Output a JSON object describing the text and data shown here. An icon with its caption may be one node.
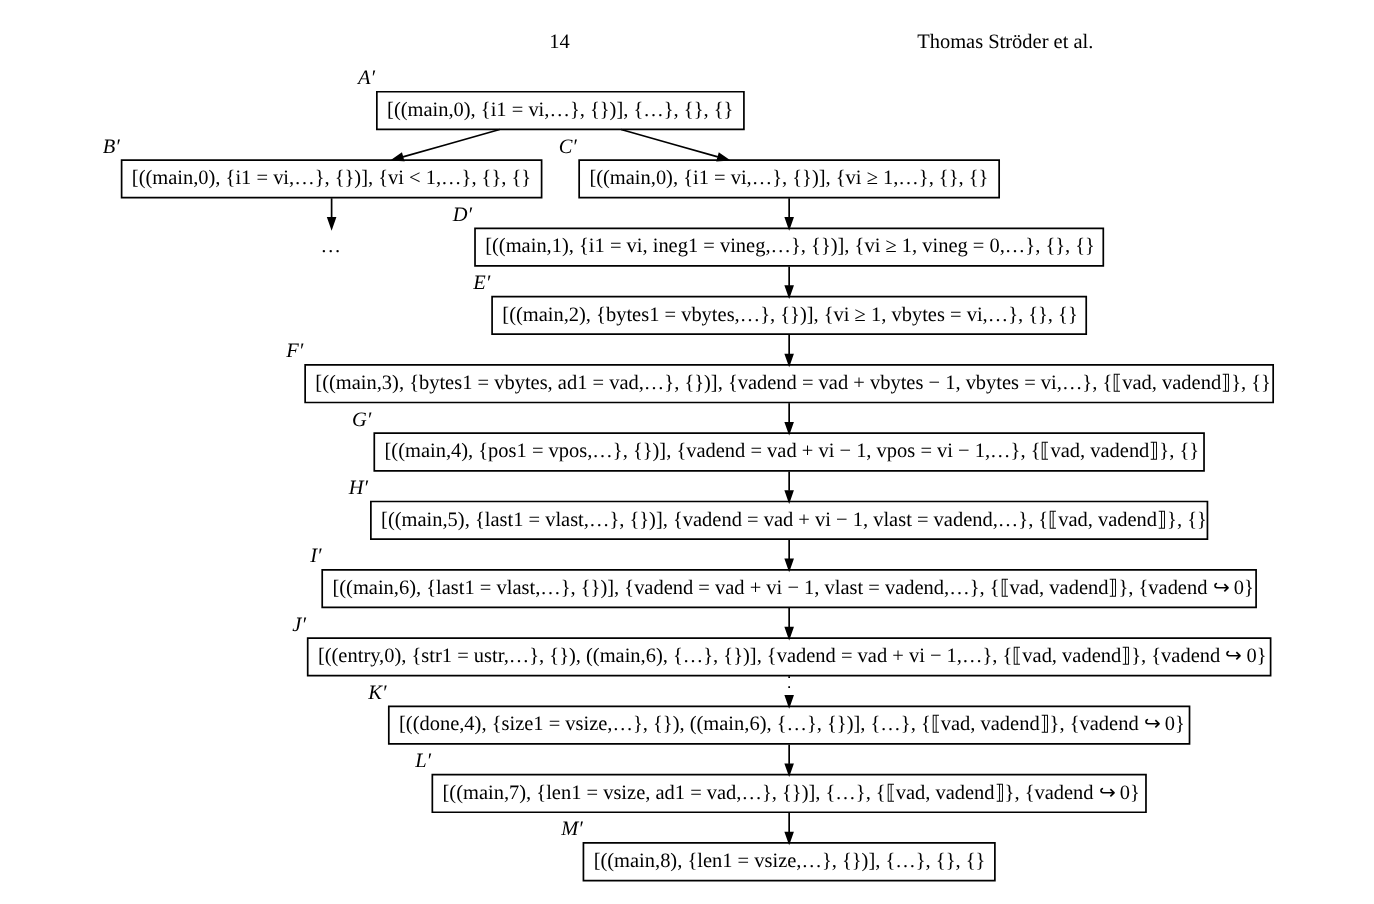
{
  "diagram": {
    "nodes": [
      {
        "text": [
          "[((main,0), {i1 = vi,…}, {})], {…}, {}, {}"
        ],
        "beside": [
          "A′"
        ]
      },
      {
        "text": [
          "[((main,0), {i1 = vi,…}, {})], {vi < 1,…}, {}, {}"
        ],
        "beside": [
          "B′"
        ]
      },
      {
        "text": [
          "[((main,0), {i1 = vi,…}, {})], {vi ≥ 1,…}, {}, {}"
        ],
        "beside": [
          "C′"
        ]
      },
      {
        "text": [
          "…"
        ]
      },
      {
        "text": [
          "[((main,1), {i1 = vi, ineg1 = vineg,…}, {})], {vi ≥ 1, vineg = 0,…}, {}, {}"
        ],
        "beside": [
          "D′"
        ]
      },
      {
        "text": [
          "[((main,2), {bytes1 = vbytes,…}, {})], {vi ≥ 1, vbytes = vi,…}, {}, {}"
        ],
        "beside": [
          "E′"
        ]
      },
      {
        "text": [
          "[((main,3), {bytes1 = vbytes, ad1 = vad,…}, {})], {vadend = vad + vbytes − 1, vbytes = vi,…}, {⟦vad, vadend⟧}, {}"
        ],
        "beside": [
          "F′"
        ]
      },
      {
        "text": [
          "[((main,4), {pos1 = vpos,…}, {})], {vadend = vad + vi − 1, vpos = vi − 1,…}, {⟦vad, vadend⟧}, {}"
        ],
        "beside": [
          "G′"
        ]
      },
      {
        "text": [
          "[((main,5), {last1 = vlast,…}, {})], {vadend = vad + vi − 1, vlast = vadend,…}, {⟦vad, vadend⟧}, {}"
        ],
        "beside": [
          "H′"
        ]
      },
      {
        "text": [
          "[((main,6), {last1 = vlast,…}, {})], {vadend = vad + vi − 1, vlast = vadend,…}, {⟦vad, vadend⟧}, {vadend ↪ 0}"
        ],
        "beside": [
          "I′"
        ]
      },
      {
        "text": [
          "[((entry,0), {str1 = ustr,…}, {}), ((main,6), {…}, {})], {vadend = vad + vi − 1,…}, {⟦vad, vadend⟧}, {vadend ↪ 0}"
        ],
        "beside": [
          "J′"
        ]
      },
      {
        "text": [
          "[((done,4), {size1 = vsize,…}, {}), ((main,6), {…}, {})], {…}, {⟦vad, vadend⟧}, {vadend ↪ 0}"
        ],
        "beside": [
          "K′"
        ]
      },
      {
        "text": [
          "[((main,7), {len1 = vsize, ad1 = vad,…}, {})], {…}, {⟦vad, vadend⟧}, {vadend ↪ 0}"
        ],
        "beside": [
          "L′"
        ]
      },
      {
        "text": [
          "[((main,8), {len1 = vsize,…}, {})], {…}, {}, {}"
        ],
        "beside": [
          "M′"
        ]
      }
    ],
    "edges": [
      {
        "from": 0,
        "to": 1,
        "arrow": "to"
      },
      {
        "from": 0,
        "to": 2,
        "arrow": "to"
      },
      {
        "from": 1,
        "to": 3,
        "arrow": "to"
      },
      {
        "from": 2,
        "to": 4,
        "arrow": "to"
      },
      {
        "from": 4,
        "to": 5,
        "arrow": "to"
      },
      {
        "from": 5,
        "to": 6,
        "arrow": "to"
      },
      {
        "from": 6,
        "to": 7,
        "arrow": "to"
      },
      {
        "from": 7,
        "to": 8,
        "arrow": "to"
      },
      {
        "from": 8,
        "to": 9,
        "arrow": "to"
      },
      {
        "from": 9,
        "to": 10,
        "arrow": "to"
      },
      {
        "from": 10,
        "to": 11,
        "arrow": "to",
        "style": "dashed"
      },
      {
        "from": 11,
        "to": 12,
        "arrow": "to"
      },
      {
        "from": 12,
        "to": 13,
        "arrow": "to"
      }
    ],
    "labels": [
      "14",
      "Thomas Ströder et al."
    ]
  }
}
